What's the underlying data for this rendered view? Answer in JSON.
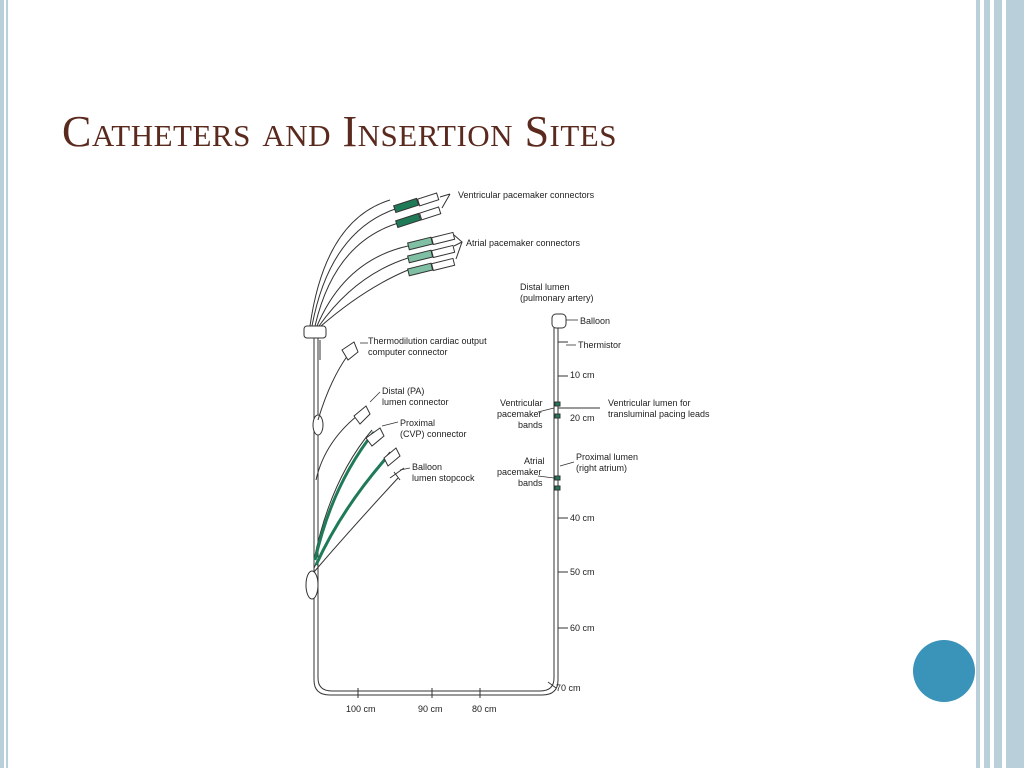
{
  "slide": {
    "title": "Catheters and Insertion Sites",
    "colors": {
      "title": "#5a2a1e",
      "accent_circle": "#3a93b8",
      "frame": "#b9cfd9",
      "catheter_green": "#1f7a58"
    }
  },
  "diagram": {
    "labels": {
      "ventricular_pacemaker_connectors": "Ventricular pacemaker connectors",
      "atrial_pacemaker_connectors": "Atrial pacemaker connectors",
      "thermodilution_line1": "Thermodilution cardiac output",
      "thermodilution_line2": "computer connector",
      "distal_pa_line1": "Distal (PA)",
      "distal_pa_line2": "lumen connector",
      "proximal_line1": "Proximal",
      "proximal_line2": "(CVP) connector",
      "balloon_stopcock_line1": "Balloon",
      "balloon_stopcock_line2": "lumen stopcock",
      "distal_lumen_line1": "Distal lumen",
      "distal_lumen_line2": "(pulmonary artery)",
      "balloon": "Balloon",
      "thermistor": "Thermistor",
      "ventricular_bands_line1": "Ventricular",
      "ventricular_bands_line2": "pacemaker",
      "ventricular_bands_line3": "bands",
      "ventricular_lumen_line1": "Ventricular lumen for",
      "ventricular_lumen_line2": "transluminal pacing leads",
      "atrial_bands_line1": "Atrial",
      "atrial_bands_line2": "pacemaker",
      "atrial_bands_line3": "bands",
      "proximal_lumen_line1": "Proximal lumen",
      "proximal_lumen_line2": "(right atrium)"
    },
    "markers": {
      "cm10": "10 cm",
      "cm20": "20 cm",
      "cm40": "40 cm",
      "cm50": "50 cm",
      "cm60": "60 cm",
      "cm70": "70 cm",
      "cm80": "80 cm",
      "cm90": "90 cm",
      "cm100": "100 cm"
    }
  }
}
